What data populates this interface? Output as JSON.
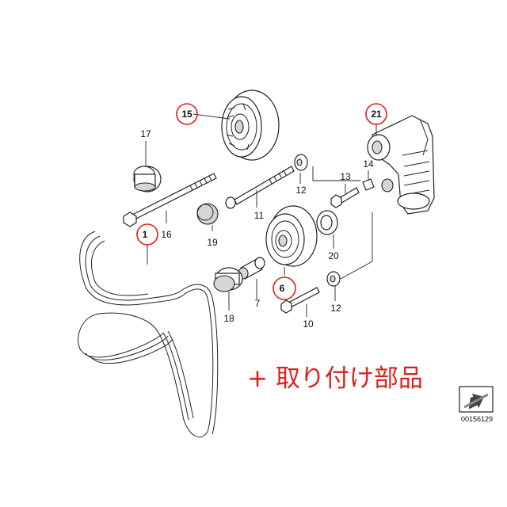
{
  "labels": {
    "p1": "1",
    "p6": "6",
    "p7": "7",
    "p10": "10",
    "p11": "11",
    "p12a": "12",
    "p12b": "12",
    "p13": "13",
    "p14": "14",
    "p15": "15",
    "p16": "16",
    "p17": "17",
    "p18": "18",
    "p19": "19",
    "p20": "20",
    "p21": "21"
  },
  "caption": "+ 取り付け部品",
  "catalog_number": "00156129",
  "colors": {
    "highlight": "#e0201b",
    "line": "#222222"
  }
}
